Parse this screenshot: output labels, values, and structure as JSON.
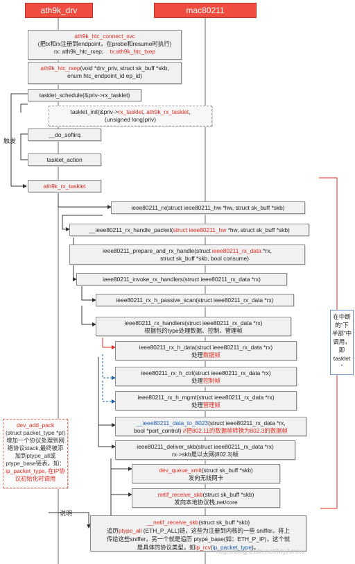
{
  "headers": {
    "left": "ath9k_drv",
    "right": "mac80211"
  },
  "boxes": {
    "connect": [
      "ath9k_htc_connect_svc",
      "(把tx和rx注册到endpoint，在probe和resume时执行)",
      "rx: ath9k_htc_rxep;",
      "tx:ath9k_htc_txep"
    ],
    "rxep": [
      "ath9k_htc_rxep",
      "(void *drv_priv, struct sk_buff *skb,",
      "enum htc_endpoint_id ep_id)"
    ],
    "tasklet_schedule": "tasklet_schedule(&priv->rx_tasklet)",
    "tasklet_init": [
      "tasklet_init(&priv->",
      "rx_tasklet",
      ", ",
      "ath9k_rx_tasklet",
      ",",
      "(unsigned long)priv)"
    ],
    "do_softirq": "__do_softirq",
    "tasklet_action": "tasklet_action",
    "rx_tasklet": "ath9k_rx_tasklet",
    "ieee80211_rx": "ieee80211_rx(struct ieee80211_hw *hw, struct sk_buff *skb)",
    "handle_packet": [
      "__ieee80211_rx_handle_packet(",
      "struct ieee80211_hw",
      " *hw, struct sk_buff *skb)"
    ],
    "prepare": [
      "ieee80211_prepare_and_rx_handle(struct ",
      "ieee80211_rx_data",
      " *rx,",
      "struct sk_buff *skb, bool consume)"
    ],
    "invoke": "ieee80211_invoke_rx_handlers(struct ieee80211_rx_data *rx)",
    "passive_scan": "ieee80211_rx_h_passive_scan(struct ieee80211_rx_data *rx)",
    "rx_handlers": [
      "ieee80211_rx_handlers(struct ieee80211_rx_data *rx)",
      "根据包的type处理数据、控制、管理帧"
    ],
    "h_data": [
      "ieee80211_rx_h_data(struct ieee80211_rx_data *rx)",
      "处理",
      "数据帧"
    ],
    "h_ctrl": [
      "ieee80211_rx_h_ctrl(struct ieee80211_rx_data *rx)",
      "处理",
      "控制帧"
    ],
    "h_mgmt": [
      "ieee80211_rx_h_mgmt(struct ieee80211_rx_data *rx)",
      "处理",
      "管理帧"
    ],
    "data_to_8023": [
      "__ieee80211_data_to_8023",
      "(struct ieee80211_rx_data *rx,",
      "bool *port_control) ",
      "//把802.11的数据帧转换为802.3的数据帧"
    ],
    "deliver_skb": [
      "ieee80211_deliver_skb(struct ieee80211_rx_data *rx)",
      "rx->skb是以太网(802.3)帧"
    ],
    "queue_xmit": [
      "dev_queue_xmit",
      "(struct sk_buff *skb)",
      "发向无线网卡"
    ],
    "netif_receive": [
      "netif_receive_skb",
      "(struct sk_buff *skb)",
      "发向本地协议栈,net/core"
    ],
    "netif_receive_core": [
      "__netif_receive_skb",
      "(struct sk_buff *skb)",
      "追历",
      "ptype_all",
      " (ETH_P_ALL)链，这些为注册到内核的一些 sniffer。将上",
      "传给这些sniffer，另一个就是追历 ptype_base(如：ETH_P_IP)，这个就",
      "是具体的协议类型，如",
      "ip_rcv",
      "(",
      "ip_packet_type",
      ")。"
    ],
    "dev_add_pack": [
      "dev_add_pack",
      "(struct packet_type *pt)",
      "增加一个协议处理到网",
      "络协议stack,最终被添",
      "加到ptype_all或",
      "ptype_base链表，如：",
      "ip_packet_type, 在IP协",
      "议初始化时调用"
    ]
  },
  "labels": {
    "trigger": "触发",
    "explain": "说明"
  },
  "note": [
    "在中断",
    "的“下",
    "半部”中",
    "调用，",
    "即",
    "tasklet",
    "”"
  ],
  "watermark": "http://blog.csdn.net/MyArrow",
  "colors": {
    "header": "#ee4d3f",
    "accent_red": "#e02b20",
    "accent_blue": "#1c5fb0"
  }
}
